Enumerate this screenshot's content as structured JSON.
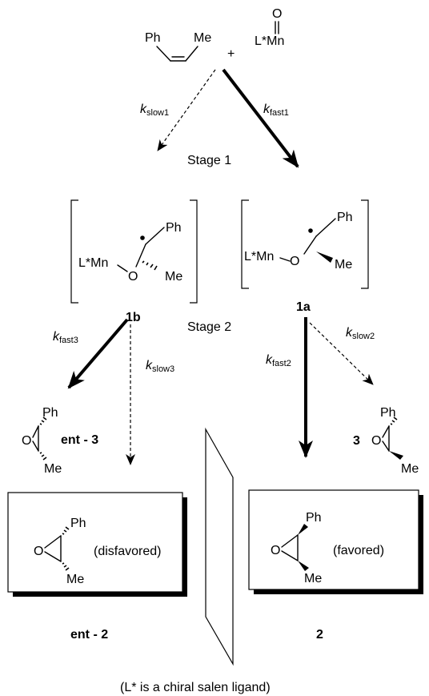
{
  "reactants": {
    "alkene_left": "Ph",
    "alkene_right": "Me",
    "plus": "+",
    "oxo_O": "O",
    "oxo_metal": "L*Mn"
  },
  "stage1": {
    "label": "Stage 1",
    "k_slow1": {
      "k": "k",
      "sub": "slow1"
    },
    "k_fast1": {
      "k": "k",
      "sub": "fast1"
    }
  },
  "intermediates": {
    "b": {
      "ph": "Ph",
      "metal": "L*Mn",
      "o": "O",
      "me": "Me",
      "label": "1b"
    },
    "a": {
      "ph": "Ph",
      "metal": "L*Mn",
      "o": "O",
      "me": "Me",
      "label": "1a"
    }
  },
  "stage2": {
    "label": "Stage 2",
    "k_fast3": {
      "k": "k",
      "sub": "fast3"
    },
    "k_slow3": {
      "k": "k",
      "sub": "slow3"
    },
    "k_fast2": {
      "k": "k",
      "sub": "fast2"
    },
    "k_slow2": {
      "k": "k",
      "sub": "slow2"
    }
  },
  "products": {
    "ent3": {
      "ph": "Ph",
      "o": "O",
      "me": "Me",
      "label": "ent - 3"
    },
    "p3": {
      "ph": "Ph",
      "o": "O",
      "me": "Me",
      "label": "3"
    },
    "ent2": {
      "ph": "Ph",
      "o": "O",
      "me": "Me",
      "note": "(disfavored)",
      "label": "ent - 2"
    },
    "p2": {
      "ph": "Ph",
      "o": "O",
      "me": "Me",
      "note": "(favored)",
      "label": "2"
    }
  },
  "footnote": "(L* is a chiral salen ligand)"
}
